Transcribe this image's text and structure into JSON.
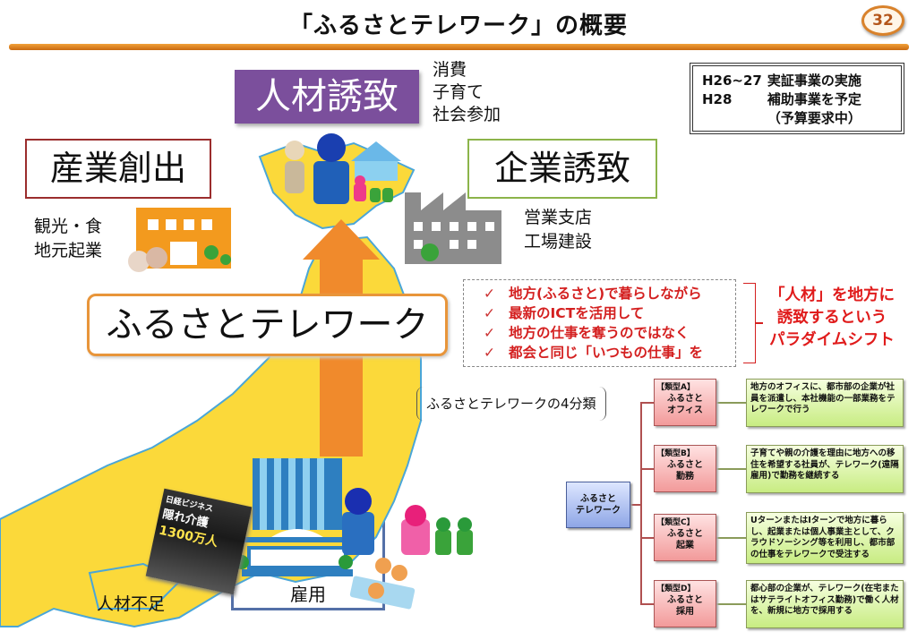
{
  "title": "「ふるさとテレワーク」の概要",
  "page_number": "32",
  "colors": {
    "accent_orange": "#e8953a",
    "purple": "#7b4f9c",
    "red_text": "#d42020",
    "map_yellow": "#fbd93a"
  },
  "attract_talent": {
    "label": "人材誘致",
    "effects": [
      "消費",
      "子育て",
      "社会参加"
    ]
  },
  "plan": {
    "rows": [
      {
        "period": "H26~27",
        "text": "実証事業の実施"
      },
      {
        "period": "H28",
        "text": "補助事業を予定"
      },
      {
        "period": "",
        "text": "（予算要求中）"
      }
    ]
  },
  "industry_creation": {
    "label": "産業創出",
    "items": [
      "観光・食",
      "地元起業"
    ]
  },
  "attract_business": {
    "label": "企業誘致",
    "items": [
      "営業支店",
      "工場建設"
    ]
  },
  "furusato_telework": "ふるさとテレワーク",
  "points": [
    "地方(ふるさと)で暮らしながら",
    "最新のICTを活用して",
    "地方の仕事を奪うのではなく",
    "都会と同じ「いつもの仕事」を"
  ],
  "paradigm_shift": [
    "「人材」を地方に",
    "誘致するという",
    "パラダイムシフト"
  ],
  "classification_label": "ふるさとテレワークの4分類",
  "tree": {
    "root": [
      "ふるさと",
      "テレワーク"
    ],
    "types": [
      {
        "tag": "【類型A】",
        "name": [
          "ふるさと",
          "オフィス"
        ],
        "desc": "地方のオフィスに、都市部の企業が社員を派遣し、本社機能の一部業務をテレワークで行う"
      },
      {
        "tag": "【類型B】",
        "name": [
          "ふるさと",
          "勤務"
        ],
        "desc": "子育てや親の介護を理由に地方への移住を希望する社員が、テレワーク(遠隔雇用)で勤務を継続する"
      },
      {
        "tag": "【類型C】",
        "name": [
          "ふるさと",
          "起業"
        ],
        "desc": "UターンまたはIターンで地方に暮らし、起業または個人事業主として、クラウドソーシング等を利用し、都市部の仕事をテレワークで受注する"
      },
      {
        "tag": "【類型D】",
        "name": [
          "ふるさと",
          "採用"
        ],
        "desc": "都心部の企業が、テレワーク(在宅またはサテライトオフィス勤務)で働く人材を、新規に地方で採用する"
      }
    ]
  },
  "employment": "雇用",
  "labor_shortage": "人材不足",
  "magazine": {
    "brand": "日経ビジネス",
    "headline": "隠れ介護",
    "figure": "1300万人"
  }
}
